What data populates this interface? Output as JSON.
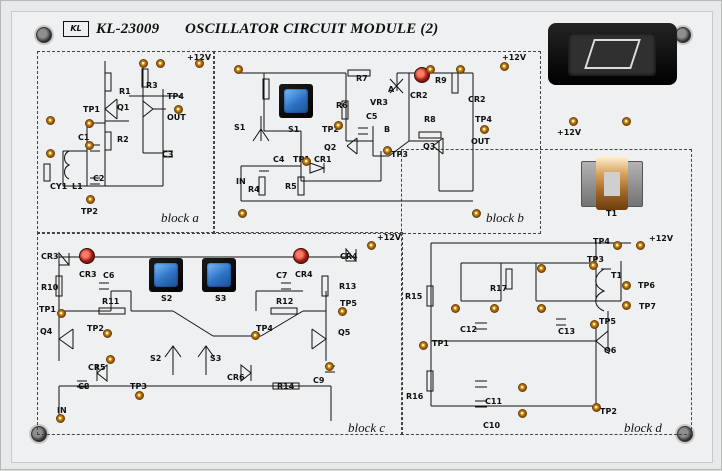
{
  "header": {
    "brand_mark": "KL",
    "title": "KL-23009",
    "subtitle": "OSCILLATOR CIRCUIT MODULE (2)"
  },
  "blocks": {
    "a": "block a",
    "b": "block b",
    "c": "block c",
    "d": "block d"
  },
  "supply": {
    "plus12_1": "+12V",
    "plus12_2": "+12V",
    "plus12_3": "+12V",
    "plus12_4": "+12V",
    "plus12_5": "+12V"
  },
  "labels": {
    "tp1_a": "TP1",
    "tp2_a": "TP2",
    "tp4_a": "TP4",
    "out_a": "OUT",
    "q1": "Q1",
    "r1": "R1",
    "r2": "R2",
    "r3": "R3",
    "c1": "C1",
    "c2": "C2",
    "c3": "C3",
    "l1": "L1",
    "cy1": "CY1",
    "s1": "S1",
    "s1_btn": "S1",
    "in_b": "IN",
    "r4": "R4",
    "r5": "R5",
    "r6": "R6",
    "r7": "R7",
    "r8": "R8",
    "r9": "R9",
    "vr3": "VR3",
    "c4": "C4",
    "c5": "C5",
    "cr1": "CR1",
    "cr2": "CR2",
    "q2": "Q2",
    "q3": "Q3",
    "tp1_b": "TP1",
    "tp2_b": "TP2",
    "tp3_b": "TP3",
    "tp4_b": "TP4",
    "out_b": "OUT",
    "a": "A",
    "b": "B",
    "t1": "T1",
    "cr3_1": "CR3",
    "cr3_2": "CR3",
    "cr4_1": "CR4",
    "cr4_2": "CR4",
    "cr5": "CR5",
    "cr6": "CR6",
    "r10": "R10",
    "r11": "R11",
    "r12": "R12",
    "r13": "R13",
    "r14": "R14",
    "c6": "C6",
    "c7": "C7",
    "c8": "C8",
    "c9": "C9",
    "q4": "Q4",
    "q5": "Q5",
    "tp1_c": "TP1",
    "tp2_c": "TP2",
    "tp3_c": "TP3",
    "tp4_c": "TP4",
    "tp5_c": "TP5",
    "s2": "S2",
    "s3": "S3",
    "s2_btn": "S2",
    "s3_btn": "S3",
    "in_c": "IN",
    "tp1_d": "TP1",
    "tp2_d": "TP2",
    "tp3_d": "TP3",
    "tp4_d": "TP4",
    "tp5_d": "TP5",
    "tp6_d": "TP6",
    "tp7_d": "TP7",
    "r15": "R15",
    "r16": "R16",
    "r17": "R17",
    "c10": "C10",
    "c11": "C11",
    "c12": "C12",
    "c13": "C13",
    "q6": "Q6",
    "t1_d": "T1"
  }
}
